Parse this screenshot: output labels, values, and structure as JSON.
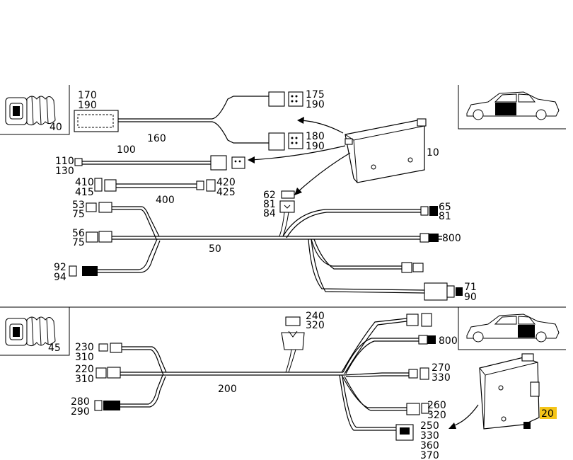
{
  "top_section": {
    "inset_boot_label": "40",
    "harness_160": {
      "part_label": "160",
      "connector_labels": [
        "170",
        "190"
      ]
    },
    "plug_175": {
      "labels": [
        "175",
        "190"
      ]
    },
    "plug_180": {
      "labels": [
        "180",
        "190"
      ]
    },
    "control_unit_label": "10",
    "harness_100": {
      "part_label": "100",
      "connector_labels": [
        "110",
        "130"
      ]
    },
    "harness_400": {
      "part_label": "400",
      "left_labels": [
        "410",
        "415"
      ],
      "right_labels": [
        "420",
        "425"
      ]
    },
    "connector_62": {
      "labels": [
        "62",
        "81",
        "84"
      ]
    },
    "harness_50": {
      "part_label": "50",
      "left_top_labels": [
        "53",
        "75"
      ],
      "left_mid_labels": [
        "56",
        "75"
      ],
      "left_bottom_labels": [
        "92",
        "94"
      ],
      "right_top_labels": [
        "65",
        "81"
      ],
      "right_mid_label": "800",
      "right_bottom_labels": [
        "71",
        "90"
      ]
    }
  },
  "bottom_section": {
    "inset_boot_label": "45",
    "top_connector_labels": [
      "240",
      "320"
    ],
    "harness_200": {
      "part_label": "200",
      "left_top_labels": [
        "230",
        "310"
      ],
      "left_mid_labels": [
        "220",
        "310"
      ],
      "left_bottom_labels": [
        "280",
        "290"
      ],
      "right_mid_label": "800",
      "right_270_labels": [
        "270",
        "330"
      ],
      "right_260_labels": [
        "260",
        "320"
      ],
      "right_250_labels": [
        "250",
        "330",
        "360",
        "370"
      ]
    },
    "control_unit_label": "20",
    "highlight_color": "#f5c518"
  }
}
